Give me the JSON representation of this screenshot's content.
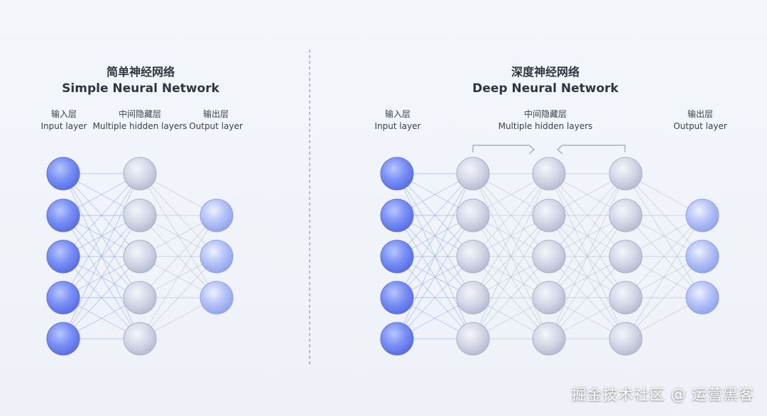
{
  "simple": {
    "title_zh": "简单神经网络",
    "title_en": "Simple Neural Network",
    "layers": {
      "input": {
        "zh": "输入层",
        "en": "Input layer"
      },
      "hidden": {
        "zh": "中间隐藏层",
        "en": "Multiple hidden layers"
      },
      "output": {
        "zh": "输出层",
        "en": "Output layer"
      }
    },
    "node_counts": [
      5,
      5,
      3
    ]
  },
  "deep": {
    "title_zh": "深度神经网络",
    "title_en": "Deep Neural Network",
    "layers": {
      "input": {
        "zh": "输入层",
        "en": "Input layer"
      },
      "hidden": {
        "zh": "中间隐藏层",
        "en": "Multiple hidden layers"
      },
      "output": {
        "zh": "输出层",
        "en": "Output layer"
      }
    },
    "node_counts": [
      5,
      5,
      5,
      5,
      3
    ]
  },
  "watermark": "掘金技术社区 @ 运营黑客",
  "colors": {
    "input_node": "#6f86f3",
    "hidden_node": "#c9cde0",
    "output_node": "#b3c1f5"
  }
}
